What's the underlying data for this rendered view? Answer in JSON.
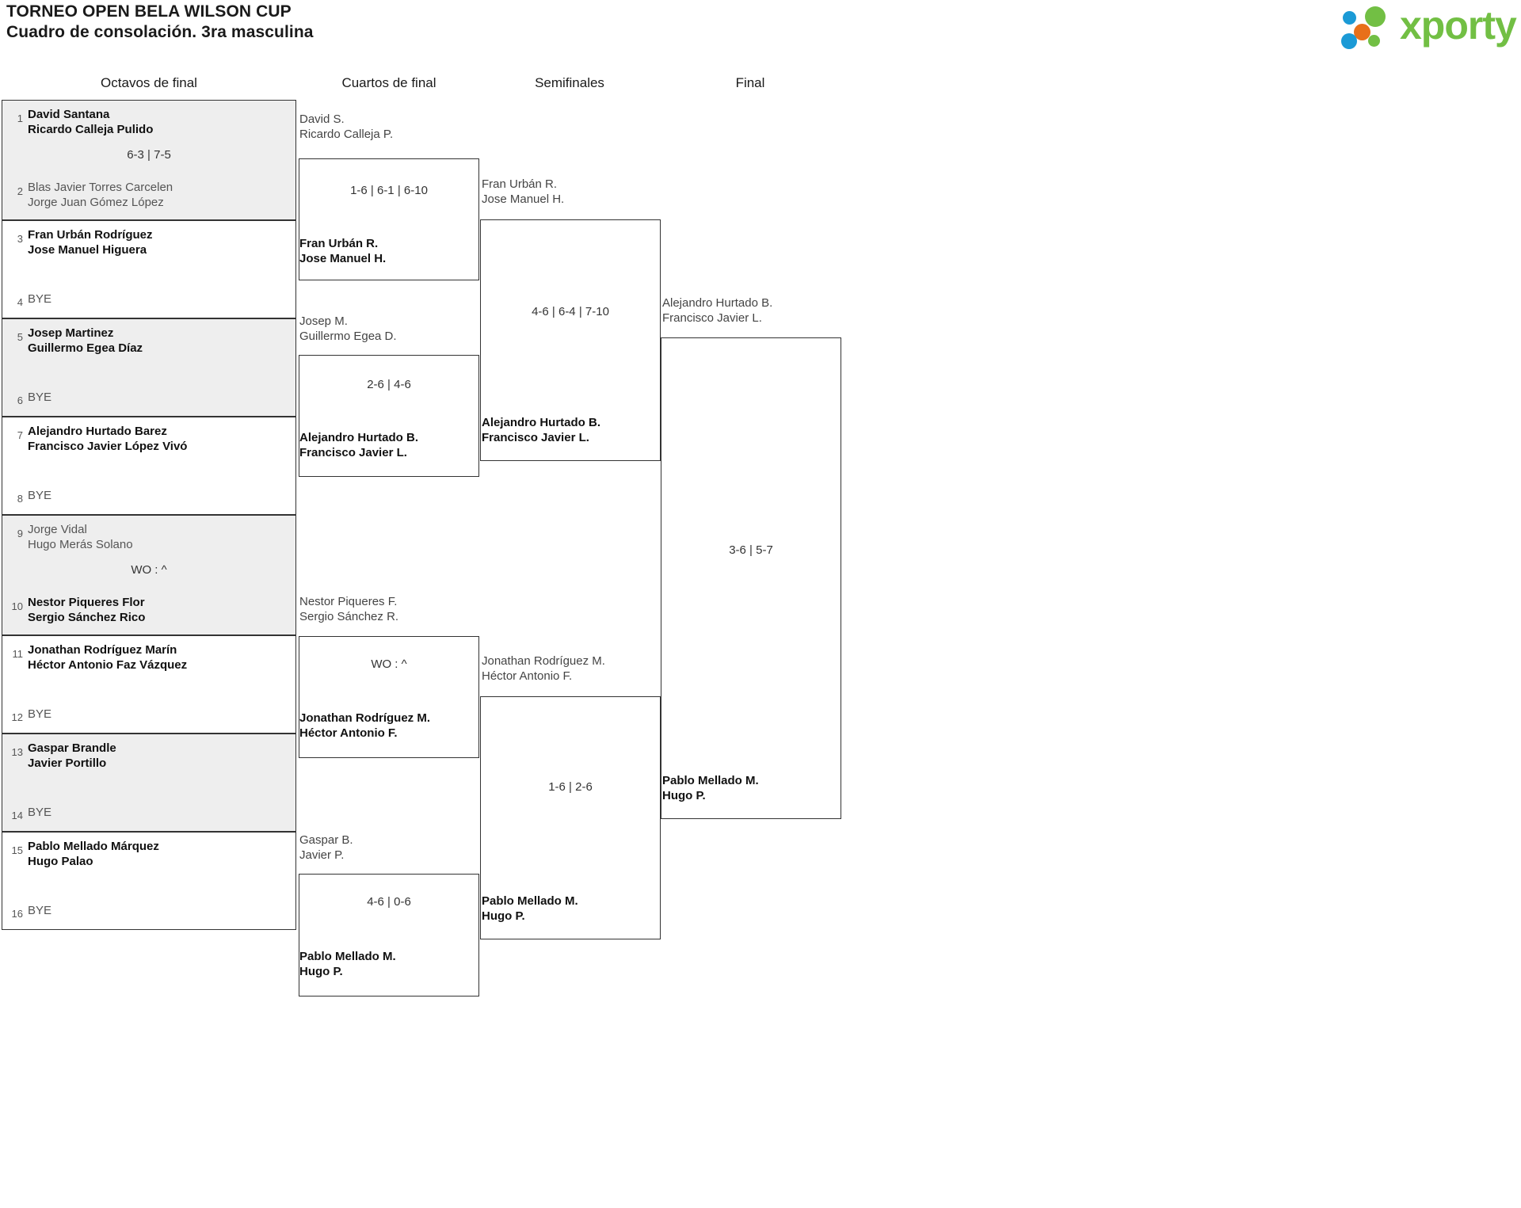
{
  "header": {
    "title_line1": "TORNEO OPEN BELA WILSON CUP",
    "title_line2": "Cuadro de consolación. 3ra masculina"
  },
  "brand": {
    "name": "xporty",
    "green": "#72bf44",
    "blue": "#1b9ad6",
    "orange": "#e8701a"
  },
  "rounds": [
    {
      "key": "octavos",
      "label": "Octavos de final"
    },
    {
      "key": "cuartos",
      "label": "Cuartos de final"
    },
    {
      "key": "semis",
      "label": "Semifinales"
    },
    {
      "key": "final",
      "label": "Final"
    }
  ],
  "octavos": [
    {
      "score": "6-3 | 7-5",
      "top": {
        "seed": "1",
        "result": "winner",
        "p1": "David Santana",
        "p2": "Ricardo Calleja Pulido"
      },
      "bottom": {
        "seed": "2",
        "result": "loser",
        "p1": "Blas Javier Torres Carcelen",
        "p2": "Jorge Juan Gómez López"
      }
    },
    {
      "score": "",
      "top": {
        "seed": "3",
        "result": "winner",
        "p1": "Fran Urbán Rodríguez",
        "p2": "Jose Manuel Higuera"
      },
      "bottom": {
        "seed": "4",
        "result": "bye",
        "bye_label": "BYE"
      }
    },
    {
      "score": "",
      "top": {
        "seed": "5",
        "result": "winner",
        "p1": "Josep Martinez",
        "p2": "Guillermo Egea Díaz"
      },
      "bottom": {
        "seed": "6",
        "result": "bye",
        "bye_label": "BYE"
      }
    },
    {
      "score": "",
      "top": {
        "seed": "7",
        "result": "winner",
        "p1": "Alejandro Hurtado Barez",
        "p2": "Francisco Javier López Vivó"
      },
      "bottom": {
        "seed": "8",
        "result": "bye",
        "bye_label": "BYE"
      }
    },
    {
      "score": "WO : ^",
      "top": {
        "seed": "9",
        "result": "loser",
        "p1": "Jorge Vidal",
        "p2": "Hugo Merás Solano"
      },
      "bottom": {
        "seed": "10",
        "result": "winner",
        "p1": "Nestor Piqueres Flor",
        "p2": "Sergio Sánchez Rico"
      }
    },
    {
      "score": "",
      "top": {
        "seed": "11",
        "result": "winner",
        "p1": "Jonathan Rodríguez Marín",
        "p2": "Héctor Antonio Faz Vázquez"
      },
      "bottom": {
        "seed": "12",
        "result": "bye",
        "bye_label": "BYE"
      }
    },
    {
      "score": "",
      "top": {
        "seed": "13",
        "result": "winner",
        "p1": "Gaspar Brandle",
        "p2": "Javier Portillo"
      },
      "bottom": {
        "seed": "14",
        "result": "bye",
        "bye_label": "BYE"
      }
    },
    {
      "score": "",
      "top": {
        "seed": "15",
        "result": "winner",
        "p1": "Pablo Mellado Márquez",
        "p2": "Hugo Palao"
      },
      "bottom": {
        "seed": "16",
        "result": "bye",
        "bye_label": "BYE"
      }
    }
  ],
  "cuartos": [
    {
      "score": "1-6 | 6-1 | 6-10",
      "top": {
        "result": "loser",
        "p1": "David S.",
        "p2": "Ricardo Calleja P."
      },
      "bottom": {
        "result": "winner",
        "p1": "Fran Urbán R.",
        "p2": "Jose Manuel H."
      }
    },
    {
      "score": "2-6 | 4-6",
      "top": {
        "result": "loser",
        "p1": "Josep M.",
        "p2": "Guillermo Egea D."
      },
      "bottom": {
        "result": "winner",
        "p1": "Alejandro Hurtado B.",
        "p2": "Francisco Javier L."
      }
    },
    {
      "score": "WO : ^",
      "top": {
        "result": "loser",
        "p1": "Nestor Piqueres F.",
        "p2": "Sergio Sánchez R."
      },
      "bottom": {
        "result": "winner",
        "p1": "Jonathan Rodríguez M.",
        "p2": "Héctor Antonio F."
      }
    },
    {
      "score": "4-6 | 0-6",
      "top": {
        "result": "loser",
        "p1": "Gaspar B.",
        "p2": "Javier P."
      },
      "bottom": {
        "result": "winner",
        "p1": "Pablo Mellado M.",
        "p2": "Hugo P."
      }
    }
  ],
  "semis": [
    {
      "score": "4-6 | 6-4 | 7-10",
      "top": {
        "result": "loser",
        "p1": "Fran Urbán R.",
        "p2": "Jose Manuel H."
      },
      "bottom": {
        "result": "winner",
        "p1": "Alejandro Hurtado B.",
        "p2": "Francisco Javier L."
      }
    },
    {
      "score": "1-6 | 2-6",
      "top": {
        "result": "loser",
        "p1": "Jonathan Rodríguez M.",
        "p2": "Héctor Antonio F."
      },
      "bottom": {
        "result": "winner",
        "p1": "Pablo Mellado M.",
        "p2": "Hugo P."
      }
    }
  ],
  "final": [
    {
      "score": "3-6 | 5-7",
      "top": {
        "result": "loser",
        "p1": "Alejandro Hurtado B.",
        "p2": "Francisco Javier L."
      },
      "bottom": {
        "result": "winner",
        "p1": "Pablo Mellado M.",
        "p2": "Hugo P."
      }
    }
  ]
}
